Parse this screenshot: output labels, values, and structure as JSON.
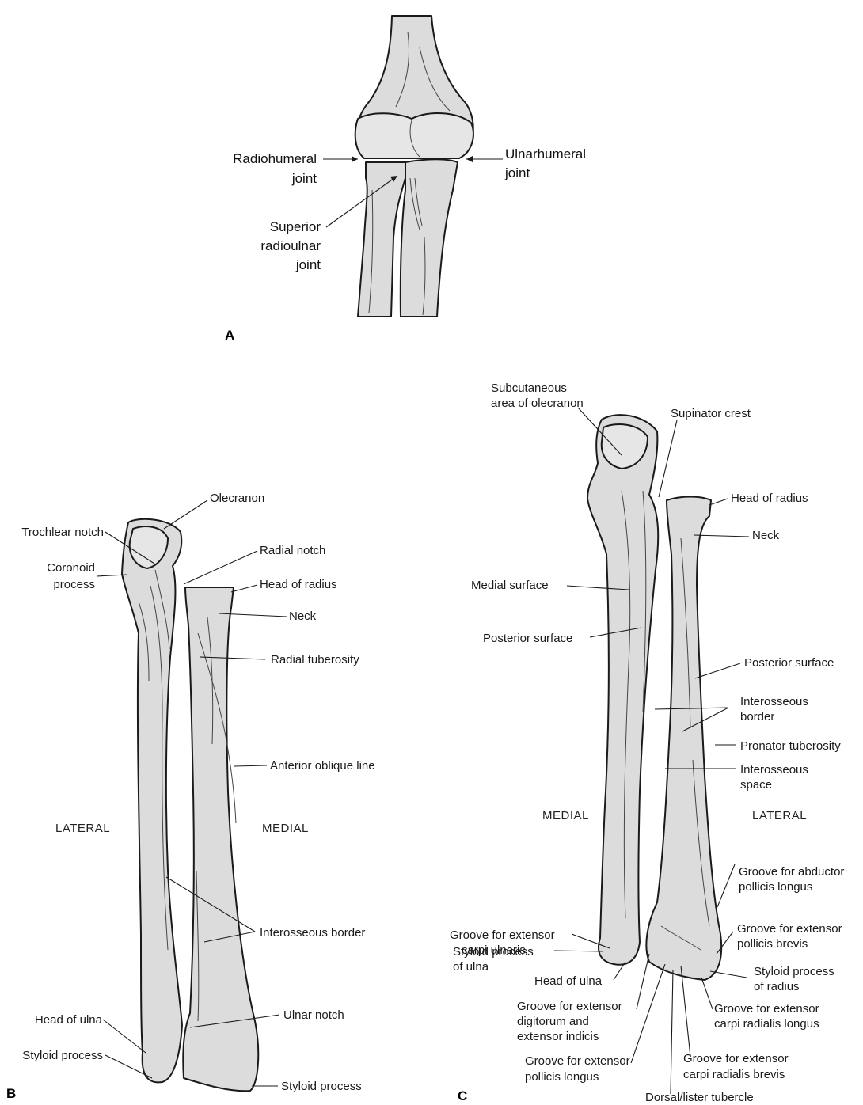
{
  "panel_a": {
    "letter": "A",
    "radiohumeral": [
      "Radiohumeral",
      "joint"
    ],
    "ulnarhumeral": [
      "Ulnarhumeral",
      "joint"
    ],
    "superior_radioulnar": [
      "Superior",
      "radioulnar",
      "joint"
    ]
  },
  "panel_b": {
    "letter": "B",
    "lateral": "LATERAL",
    "medial": "MEDIAL",
    "olecranon": "Olecranon",
    "trochlear_notch": "Trochlear notch",
    "radial_notch": "Radial notch",
    "coronoid": [
      "Coronoid",
      "process"
    ],
    "head_of_radius": "Head of radius",
    "neck": "Neck",
    "radial_tuberosity": "Radial tuberosity",
    "anterior_oblique_line": "Anterior oblique line",
    "interosseous_border": "Interosseous border",
    "head_of_ulna": "Head of ulna",
    "ulnar_notch": "Ulnar notch",
    "styloid_process_left": "Styloid process",
    "styloid_process_right": "Styloid process"
  },
  "panel_c": {
    "letter": "C",
    "medial": "MEDIAL",
    "lateral": "LATERAL",
    "subcutaneous": [
      "Subcutaneous",
      "area of olecranon"
    ],
    "supinator_crest": "Supinator crest",
    "head_of_radius": "Head of radius",
    "neck": "Neck",
    "medial_surface": "Medial surface",
    "posterior_surface_left": "Posterior surface",
    "posterior_surface_right": "Posterior surface",
    "interosseous_border": [
      "Interosseous",
      "border"
    ],
    "pronator_tuberosity": "Pronator tuberosity",
    "interosseous_space": [
      "Interosseous",
      "space"
    ],
    "groove_apl": [
      "Groove for abductor",
      "pollicis longus"
    ],
    "groove_ecu": [
      "Groove for extensor",
      "carpi ulnaris"
    ],
    "groove_epb": [
      "Groove for extensor",
      "pollicis brevis"
    ],
    "styloid_ulna": [
      "Styloid process",
      "of ulna"
    ],
    "head_of_ulna": "Head of ulna",
    "styloid_radius": [
      "Styloid process",
      "of radius"
    ],
    "groove_edc": [
      "Groove for extensor",
      "digitorum and",
      "extensor indicis"
    ],
    "groove_ecrl": [
      "Groove for extensor",
      "carpi radialis longus"
    ],
    "groove_epl": [
      "Groove for extensor",
      "pollicis longus"
    ],
    "groove_ecrb": [
      "Groove for extensor",
      "carpi radialis brevis"
    ],
    "dorsal_tubercle": "Dorsal/lister tubercle"
  }
}
